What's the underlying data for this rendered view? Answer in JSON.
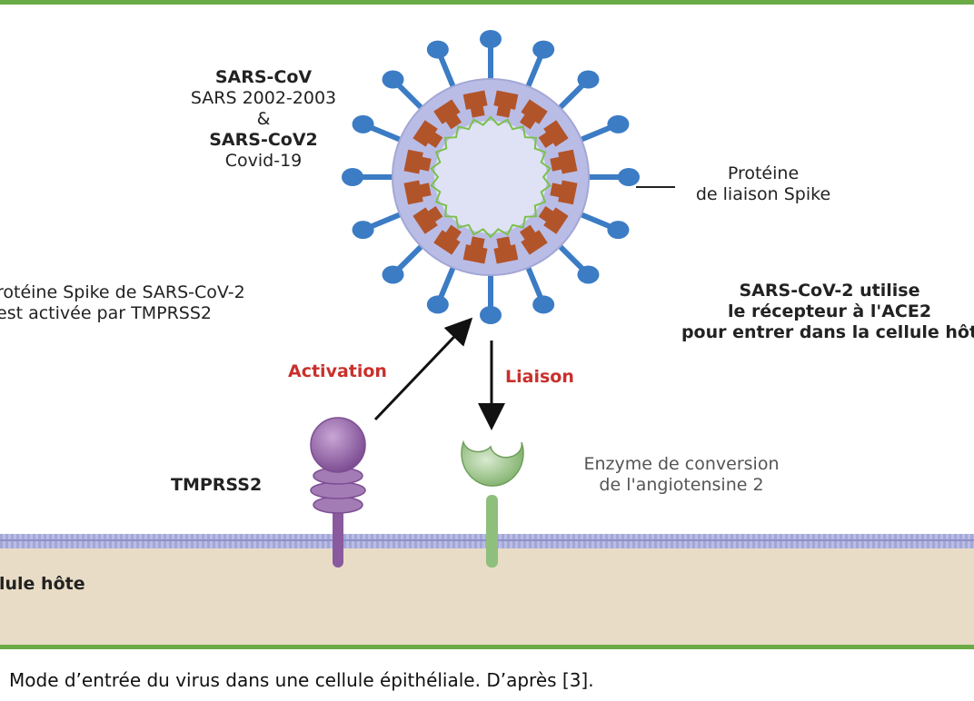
{
  "virus_names": {
    "line1": "SARS-CoV",
    "line2": "SARS 2002-2003",
    "line3": "&",
    "line4": "SARS-CoV2",
    "line5": "Covid-19"
  },
  "spike_label": {
    "line1": "Protéine",
    "line2": "de liaison Spike"
  },
  "tmprss_text": {
    "line1": "rotéine Spike de SARS-CoV-2",
    "line2": "est activée par TMPRSS2"
  },
  "ace2_text": {
    "line1": "SARS-CoV-2 utilise",
    "line2": "le récepteur à l'ACE2",
    "line3": "pour entrer dans la cellule hôt"
  },
  "activation_label": "Activation",
  "liaison_label": "Liaison",
  "tmprss2_label": "TMPRSS2",
  "enzyme_label": {
    "line1": "Enzyme de conversion",
    "line2": "de l'angiotensine 2"
  },
  "cell_label": "lule hôte",
  "caption": "Mode d’entrée du virus dans une cellule épithéliale. D’après [3].",
  "colors": {
    "frame": "#6aab45",
    "spike": "#3b7cc4",
    "capsid": "#b2542a",
    "rna": "#7cc04a",
    "envelope": "#b9bde6",
    "tmprss2": "#8a5a9e",
    "ace2": "#8fbf7c",
    "host_cell": "#e8dcc6",
    "label_red": "#c9302c"
  }
}
